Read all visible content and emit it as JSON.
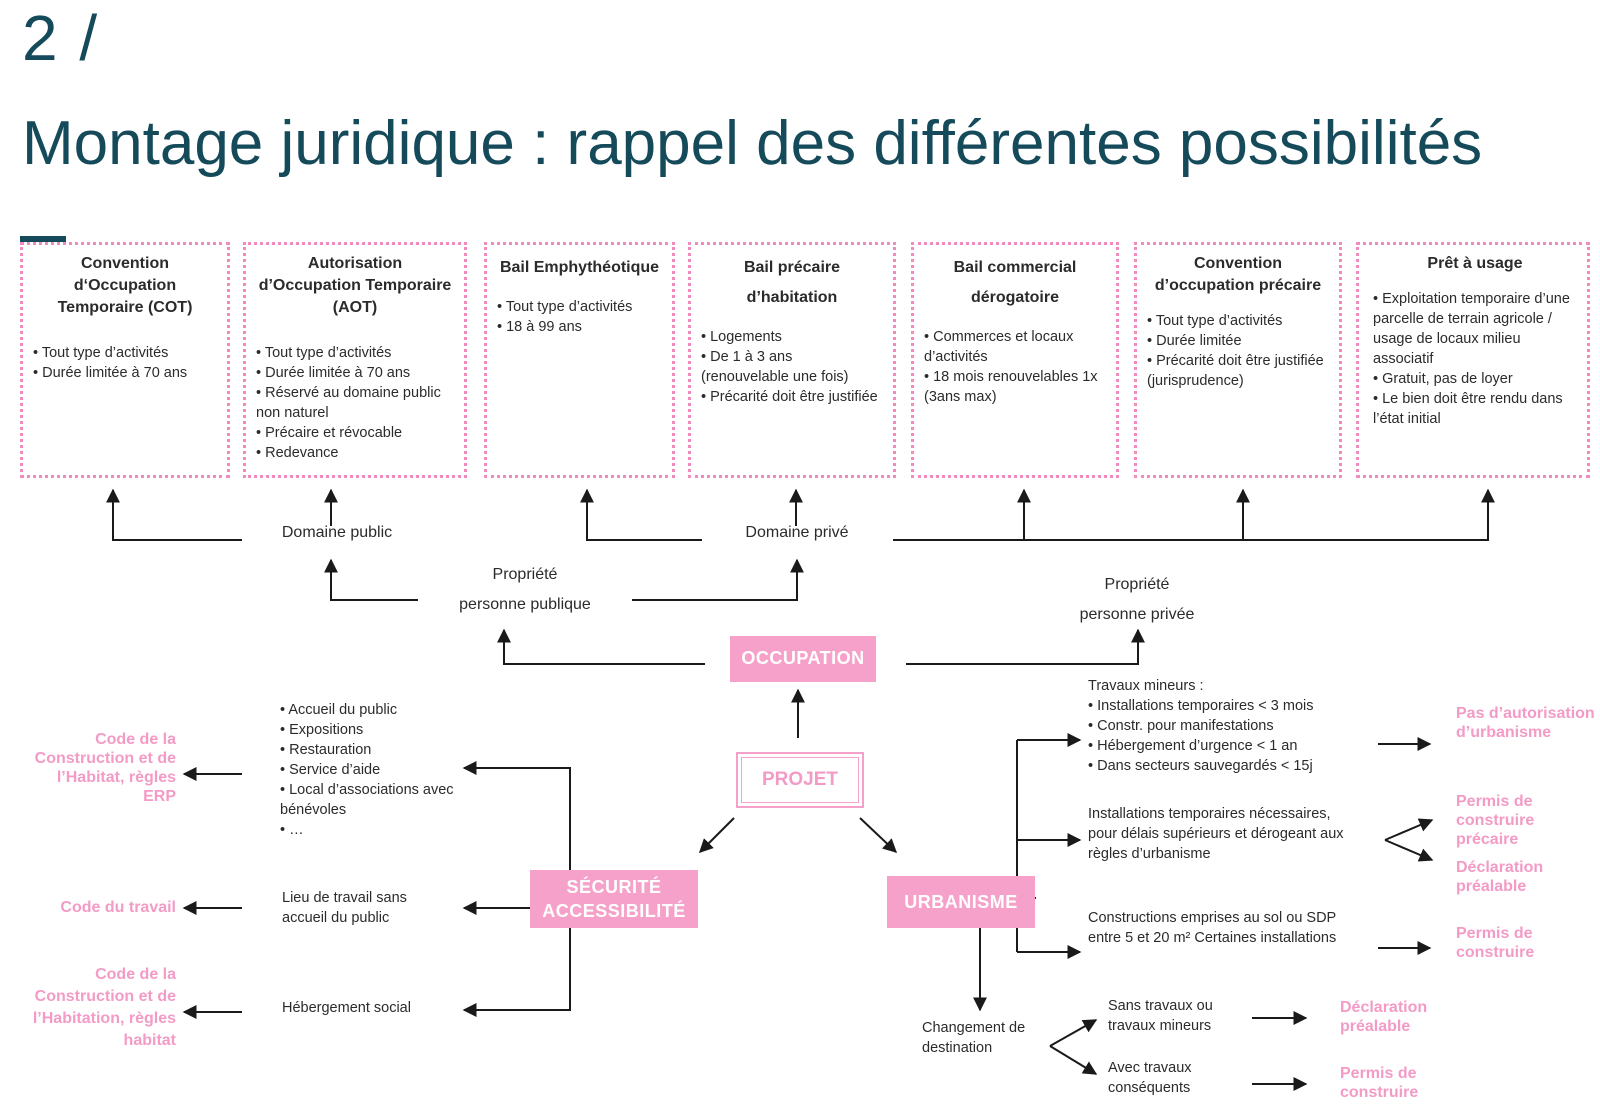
{
  "header": {
    "number": "2 /",
    "title": "Montage juridique : rappel des différentes possibilités"
  },
  "boxes": [
    {
      "title": "Convention d‘Occupation Temporaire (COT)",
      "items": [
        "Tout type d’activités",
        "Durée limitée à 70 ans"
      ]
    },
    {
      "title": "Autorisation d’Occupation Temporaire (AOT)",
      "items": [
        "Tout type d’activités",
        "Durée limitée à 70 ans",
        "Réservé au domaine public non naturel",
        "Précaire et révocable",
        "Redevance"
      ]
    },
    {
      "title": "Bail Emphythéotique",
      "items": [
        "Tout type d’activités",
        "18 à 99 ans"
      ]
    },
    {
      "title": "Bail précaire d’habitation",
      "items": [
        "Logements",
        "De 1 à 3 ans (renouvelable une fois)",
        "Précarité doit être justifiée"
      ]
    },
    {
      "title": "Bail commercial dérogatoire",
      "items": [
        "Commerces et locaux d’activités",
        "18 mois renouvelables 1x (3ans max)"
      ]
    },
    {
      "title": "Convention d’occupation précaire",
      "items": [
        "Tout type d’activités",
        "Durée limitée",
        "Précarité doit être justifiée (jurisprudence)"
      ]
    },
    {
      "title": "Prêt à usage",
      "items": [
        "Exploitation temporaire d’une parcelle de terrain agricole / usage de locaux milieu associatif",
        "Gratuit, pas de loyer",
        "Le bien doit être rendu dans l’état initial"
      ]
    }
  ],
  "labels": {
    "domaine_public": "Domaine public",
    "domaine_prive": "Domaine privé",
    "prop_publique_1": "Propriété",
    "prop_publique_2": "personne publique",
    "prop_privee_1": "Propriété",
    "prop_privee_2": "personne privée"
  },
  "nodes": {
    "occupation": "OCCUPATION",
    "projet": "PROJET",
    "securite_1": "SÉCURITÉ",
    "securite_2": "ACCESSIBILITÉ",
    "urbanisme": "URBANISME"
  },
  "securite": {
    "accueil": [
      "Accueil du public",
      "Expositions",
      "Restauration",
      "Service d’aide",
      "Local d’associations avec bénévoles",
      "…"
    ],
    "lieu_travail": "Lieu de travail sans accueil du public",
    "hebergement": "Hébergement social",
    "code_erp": "Code de la Construction et de l’Habitat, règles ERP",
    "code_travail": "Code du travail",
    "code_habitat": "Code de la Construction et de l’Habitation, règles habitat"
  },
  "urbanisme": {
    "travaux_title": "Travaux mineurs :",
    "travaux_items": [
      "Installations temporaires < 3 mois",
      "Constr. pour manifestations",
      "Hébergement d’urgence < 1 an",
      "Dans secteurs sauvegardés < 15j"
    ],
    "installations": "Installations temporaires nécessaires, pour délais supérieurs et dérogeant aux règles d’urbanisme",
    "constructions": "Constructions emprises au sol ou SDP entre 5 et 20 m² Certaines installations",
    "changement": "Changement de destination",
    "sans_travaux": "Sans travaux ou travaux mineurs",
    "avec_travaux": "Avec travaux conséquents",
    "pas_autorisation": "Pas d’autorisation d’urbanisme",
    "permis_precaire": "Permis de construire précaire",
    "declaration_1": "Déclaration préalable",
    "permis_1": "Permis de construire",
    "declaration_2": "Déclaration préalable",
    "permis_2": "Permis de construire"
  },
  "colors": {
    "title": "#154a5a",
    "pink": "#f6a1c9",
    "pink_text": "#f39bc6",
    "line": "#1a1a1a"
  }
}
